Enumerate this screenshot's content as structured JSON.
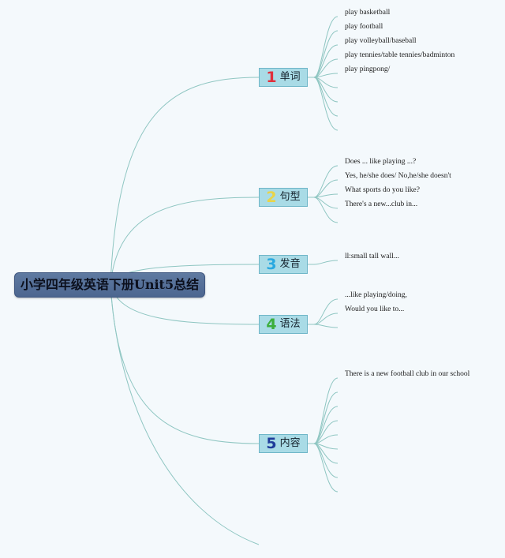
{
  "root": {
    "title": "小学四年级英语下册Unit5总结"
  },
  "branches": [
    {
      "num": "1",
      "label": "单词",
      "num_color": "#e0303c",
      "leaves": [
        "play basketball",
        "play football",
        "play volleyball/baseball",
        "play tennies/table tennies/badminton",
        "play pingpong/",
        "",
        "",
        "",
        ""
      ]
    },
    {
      "num": "2",
      "label": "句型",
      "num_color": "#e8d44a",
      "leaves": [
        "Does ... like playing ...?",
        "Yes, he/she does/ No,he/she doesn't",
        "What sports do you like?",
        "There's a new...club in...",
        ""
      ]
    },
    {
      "num": "3",
      "label": "发音",
      "num_color": "#2aa9e0",
      "leaves": [
        "ll:small tall wall..."
      ]
    },
    {
      "num": "4",
      "label": "语法",
      "num_color": "#3cae3c",
      "leaves": [
        "...like playing/doing,",
        "Would you like to...",
        ""
      ]
    },
    {
      "num": "5",
      "label": "内容",
      "num_color": "#1f3c9a",
      "leaves": [
        "There is a new football club in our school",
        "",
        "",
        "",
        "",
        "",
        "",
        "",
        ""
      ]
    }
  ],
  "colors": {
    "edge": "#8fc6c2",
    "branch_fill": "#a9dbe6",
    "root_fill": "#5b76a0"
  }
}
